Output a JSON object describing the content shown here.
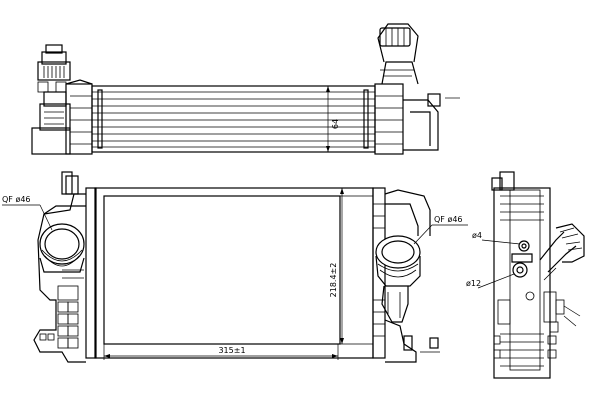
{
  "drawing": {
    "top_view": {
      "height_dim": "64"
    },
    "front_view": {
      "width_dim": "315±1",
      "height_dim": "218.4±2",
      "left_port_callout": "QF ø46",
      "right_port_callout": "QF ø46"
    },
    "side_view": {
      "hole_small": "ø4",
      "hole_large": "ø12"
    }
  }
}
